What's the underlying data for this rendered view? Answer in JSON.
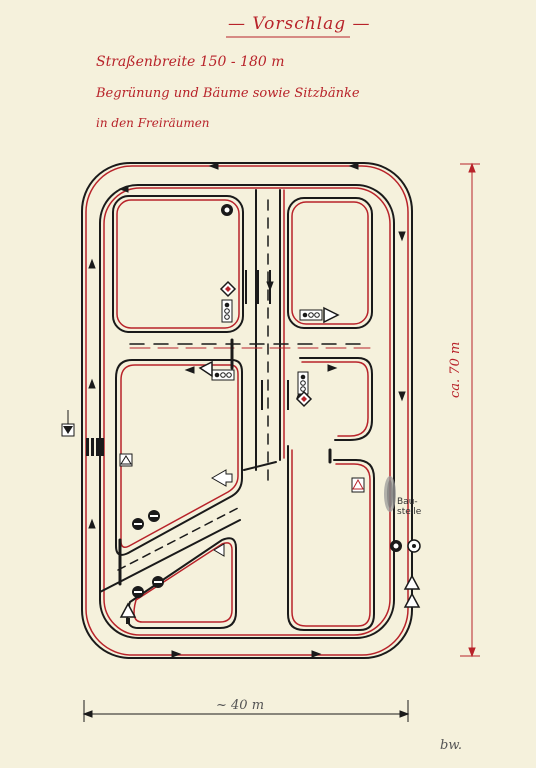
{
  "heading": "— Vorschlag —",
  "notes": {
    "line1": "Straßenbreite   150 - 180 m",
    "line2": "Begrünung und Bäume sowie Sitzbänke",
    "line3": "in den Freiräumen"
  },
  "dimensions": {
    "width_label": "~ 40 m",
    "height_label": "ca. 70 m"
  },
  "construction_label": "Bau-\nstelle",
  "signature": "bw.",
  "colors": {
    "paper": "#f5f1dc",
    "ink": "#1a1a1a",
    "red_pen": "#b8232a",
    "pencil": "#666666"
  },
  "icons": [
    "traffic-light-icon",
    "priority-road-sign-icon",
    "no-entry-sign-icon",
    "give-way-sign-icon",
    "pedestrian-crossing-icon",
    "warning-sign-icon",
    "roundabout-sign-icon",
    "construction-site-icon"
  ]
}
